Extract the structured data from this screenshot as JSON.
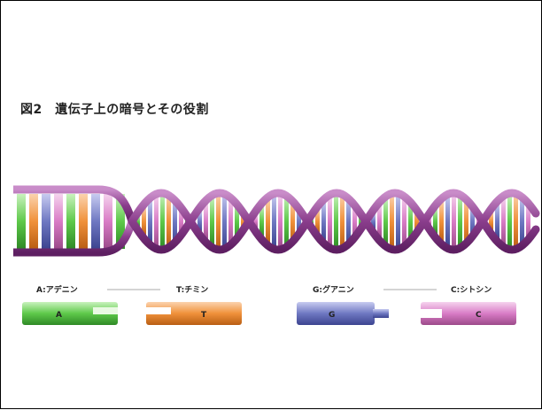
{
  "title": "図2　遺伝子上の暗号とその役割",
  "bases": [
    {
      "key": "a",
      "label": "A:アデニン",
      "letter": "A",
      "color": "#5ec94a"
    },
    {
      "key": "t",
      "label": "T:チミン",
      "letter": "T",
      "color": "#f0913a"
    },
    {
      "key": "g",
      "label": "G:グアニン",
      "letter": "G",
      "color": "#6f78c2"
    },
    {
      "key": "c",
      "label": "C:シトシン",
      "letter": "C",
      "color": "#d97cc6"
    }
  ],
  "colors": {
    "backbone": "#8a3d8c",
    "backbone_light": "#b865b8"
  }
}
